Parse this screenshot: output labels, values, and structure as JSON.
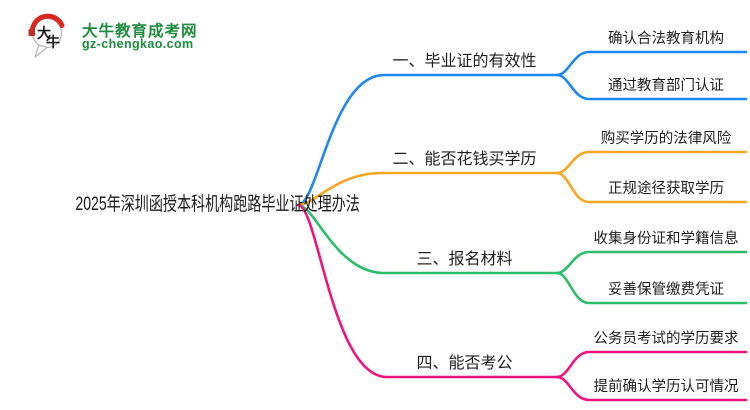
{
  "logo": {
    "icon_text": "大牛",
    "icon_char1": "大",
    "icon_char2": "牛",
    "site_name": "大牛教育成考网",
    "site_url": "gz-chengkao.com",
    "green": "#1E8C3E",
    "red": "#D7281F"
  },
  "central_topic": "2025年深圳函授本科机构跑路毕业证处理办法",
  "branches": [
    {
      "label": "一、毕业证的有效性",
      "color": "#1E88F0",
      "children": [
        "确认合法教育机构",
        "通过教育部门认证"
      ]
    },
    {
      "label": "二、能否花钱买学历",
      "color": "#F5A623",
      "children": [
        "购买学历的法律风险",
        "正规途径获取学历"
      ]
    },
    {
      "label": "三、报名材料",
      "color": "#2BBF6C",
      "children": [
        "收集身份证和学籍信息",
        "妥善保管缴费凭证"
      ]
    },
    {
      "label": "四、能否考公",
      "color": "#F0127E",
      "children": [
        "公务员考试的学历要求",
        "提前确认学历认可情况"
      ]
    }
  ]
}
